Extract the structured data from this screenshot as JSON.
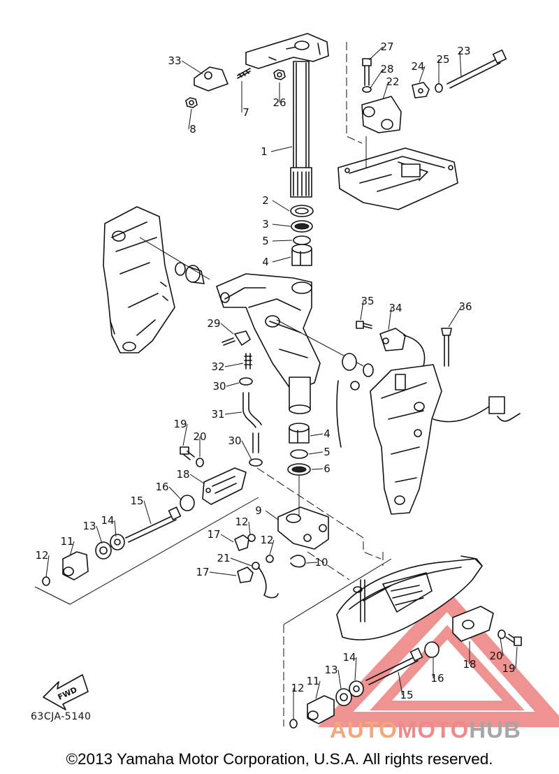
{
  "callouts": [
    {
      "num": "33"
    },
    {
      "num": "7"
    },
    {
      "num": "8"
    },
    {
      "num": "26"
    },
    {
      "num": "27"
    },
    {
      "num": "28"
    },
    {
      "num": "22"
    },
    {
      "num": "24"
    },
    {
      "num": "25"
    },
    {
      "num": "23"
    },
    {
      "num": "1"
    },
    {
      "num": "2"
    },
    {
      "num": "3"
    },
    {
      "num": "5"
    },
    {
      "num": "4"
    },
    {
      "num": "35"
    },
    {
      "num": "34"
    },
    {
      "num": "36"
    },
    {
      "num": "29"
    },
    {
      "num": "32"
    },
    {
      "num": "30"
    },
    {
      "num": "31"
    },
    {
      "num": "4"
    },
    {
      "num": "5"
    },
    {
      "num": "6"
    },
    {
      "num": "30"
    },
    {
      "num": "19"
    },
    {
      "num": "20"
    },
    {
      "num": "18"
    },
    {
      "num": "16"
    },
    {
      "num": "15"
    },
    {
      "num": "9"
    },
    {
      "num": "12"
    },
    {
      "num": "12"
    },
    {
      "num": "17"
    },
    {
      "num": "13"
    },
    {
      "num": "14"
    },
    {
      "num": "11"
    },
    {
      "num": "12"
    },
    {
      "num": "21"
    },
    {
      "num": "10"
    },
    {
      "num": "17"
    },
    {
      "num": "20"
    },
    {
      "num": "19"
    },
    {
      "num": "18"
    },
    {
      "num": "16"
    },
    {
      "num": "14"
    },
    {
      "num": "13"
    },
    {
      "num": "12"
    },
    {
      "num": "11"
    },
    {
      "num": "15"
    }
  ],
  "direction_arrow": {
    "label": "FWD"
  },
  "diagram_code": "63CJA-5140",
  "copyright": "©2013 Yamaha Motor Corporation, U.S.A. All rights reserved.",
  "watermark": {
    "part1": "AUTO",
    "part2": "MOTO",
    "part3": "HUB",
    "triangle_color": "#e23a3a"
  }
}
